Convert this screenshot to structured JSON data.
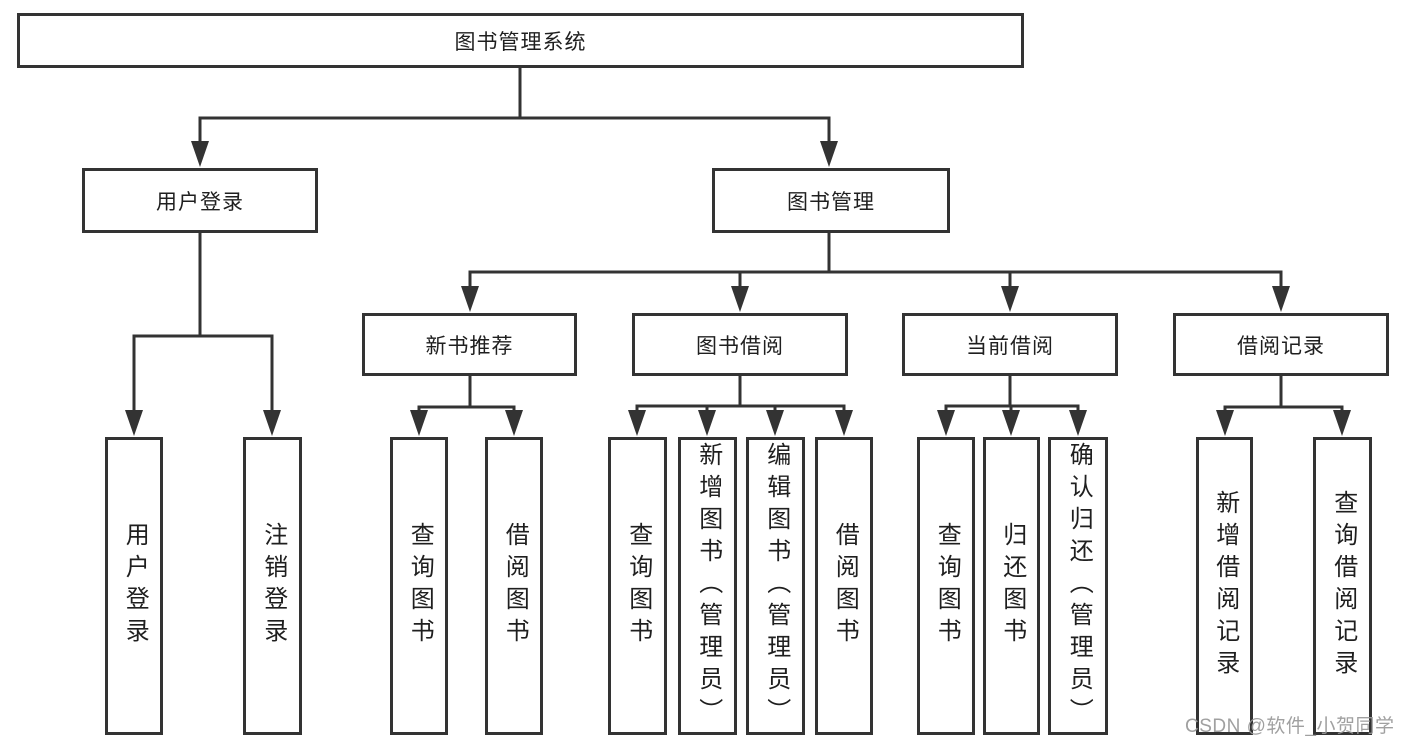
{
  "tree": {
    "root": {
      "label": "图书管理系统",
      "children": [
        {
          "label": "用户登录",
          "children": [
            {
              "label": "用户登录"
            },
            {
              "label": "注销登录"
            }
          ]
        },
        {
          "label": "图书管理",
          "children": [
            {
              "label": "新书推荐",
              "children": [
                {
                  "label": "查询图书"
                },
                {
                  "label": "借阅图书"
                }
              ]
            },
            {
              "label": "图书借阅",
              "children": [
                {
                  "label": "查询图书"
                },
                {
                  "label": "新增图书（管理员）"
                },
                {
                  "label": "编辑图书（管理员）"
                },
                {
                  "label": "借阅图书"
                }
              ]
            },
            {
              "label": "当前借阅",
              "children": [
                {
                  "label": "查询图书"
                },
                {
                  "label": "归还图书"
                },
                {
                  "label": "确认归还（管理员）"
                }
              ]
            },
            {
              "label": "借阅记录",
              "children": [
                {
                  "label": "新增借阅记录"
                },
                {
                  "label": "查询借阅记录"
                }
              ]
            }
          ]
        }
      ]
    }
  },
  "watermark": "CSDN @软件_小贺同学",
  "colors": {
    "line": "#333333",
    "box_border": "#333333",
    "text": "#1f1f1f",
    "background": "#ffffff",
    "watermark": "#999999"
  }
}
